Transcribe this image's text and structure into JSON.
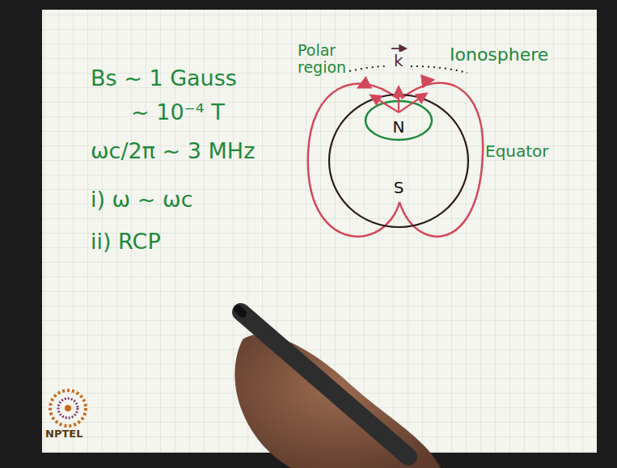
{
  "diagram": {
    "nodes": [
      {
        "text": [
          "S"
        ]
      },
      {
        "text": [
          "N"
        ],
        "in": 0
      }
    ],
    "labels": [
      "Polar region",
      "k",
      "Ionosphere",
      "Equator",
      "Bs ~ 1 Gauss",
      "~ 10⁻⁴ T",
      "ωc/2π ~ 3 MHz",
      "i) ω ~ ωc",
      "ii) RCP",
      "NPTEL"
    ]
  }
}
